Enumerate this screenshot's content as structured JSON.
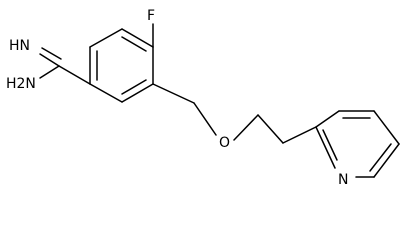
{
  "molecule": {
    "atoms": {
      "fluorine": "F",
      "imine": "HN",
      "amine": "H2N",
      "ether_oxygen": "O",
      "pyridine_nitrogen": "N"
    }
  }
}
